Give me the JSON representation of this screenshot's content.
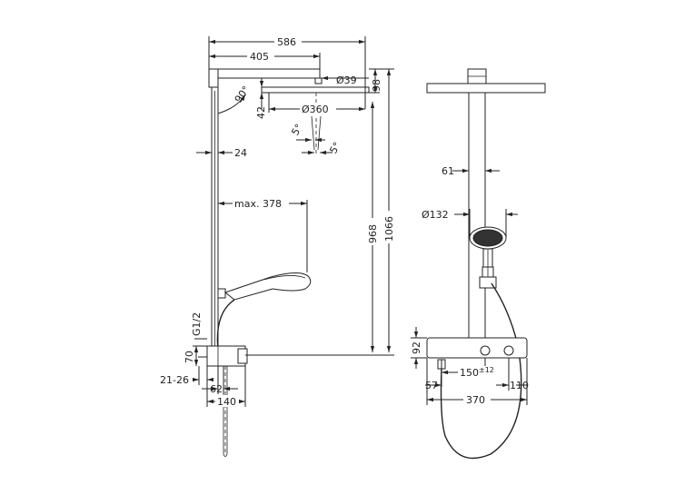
{
  "drawing": {
    "title": "",
    "side_view_dims": {
      "total_width": "586",
      "arm_length": "405",
      "head_thread": "Ø39",
      "head_height": "98",
      "angle": "90°",
      "drop": "42",
      "head_diameter": "Ø360",
      "spray_angle_left": "5°",
      "spray_angle_right": "5°",
      "pipe_offset": "24",
      "hose_reach": "max. 378",
      "riser_length": "968",
      "total_height": "1066",
      "connection": "G1/2",
      "connection_height": "70",
      "wall_distance": "21-26",
      "body_depth": "62",
      "projection": "140"
    },
    "front_view_dims": {
      "pipe_width": "61",
      "hand_shower_diameter": "Ø132",
      "thermostat_height": "92",
      "centers": "150",
      "centers_tolerance": "±12",
      "left_offset": "57",
      "right_offset": "110",
      "thermostat_width": "370"
    }
  }
}
